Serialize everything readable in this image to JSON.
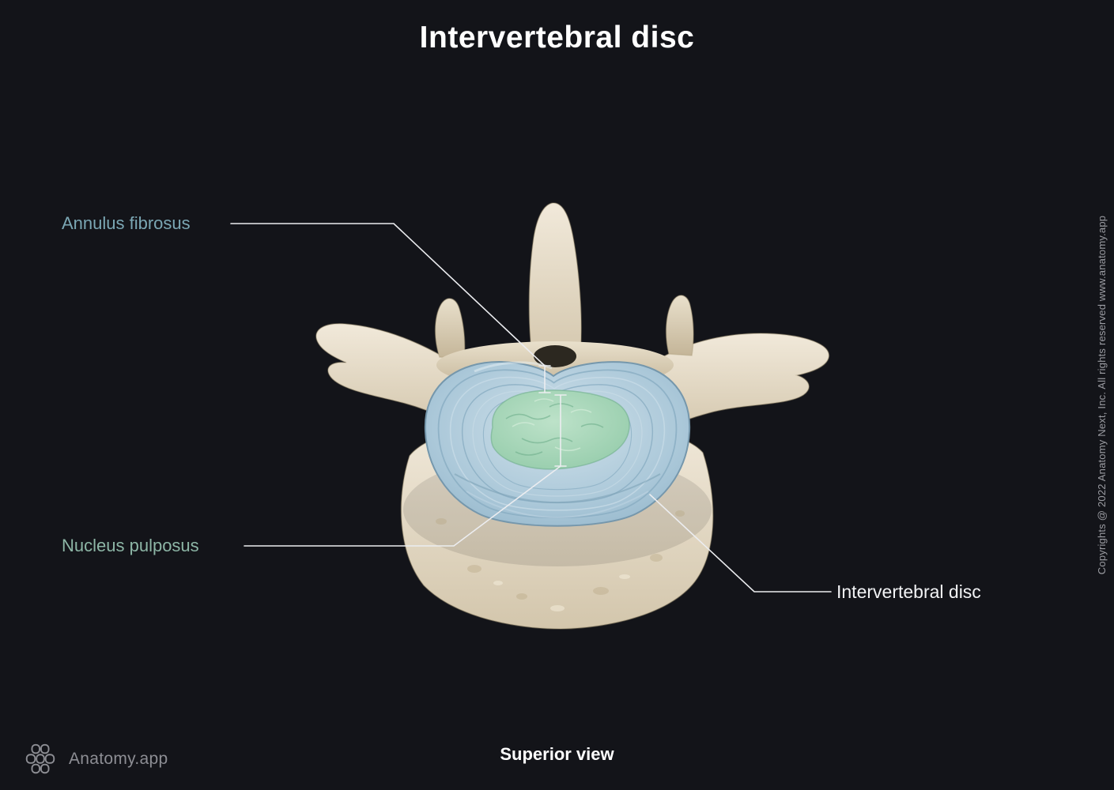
{
  "page": {
    "title": "Intervertebral disc",
    "view_label": "Superior view",
    "brand": "Anatomy.app",
    "copyright": "Copyrights @ 2022 Anatomy Next, Inc. All rights reserved www.anatomy.app"
  },
  "labels": [
    {
      "id": "annulus-fibrosus",
      "text": "Annulus fibrosus"
    },
    {
      "id": "nucleus-pulposus",
      "text": "Nucleus pulposus"
    },
    {
      "id": "intervertebral-disc",
      "text": "Intervertebral disc"
    }
  ],
  "colors": {
    "background": "#131419",
    "title_text": "#ffffff",
    "label_annulus": "#7ba7b4",
    "label_nucleus": "#8db6a6",
    "label_disc": "#f2f3f5",
    "leader_line": "#ecedf0",
    "bone": "#e3d8c2",
    "annulus_blue": "#a9c6d8",
    "nucleus_green": "#9fd0b3",
    "brand_gray": "#8d8e94",
    "copyright_gray": "#9b9ca2"
  }
}
